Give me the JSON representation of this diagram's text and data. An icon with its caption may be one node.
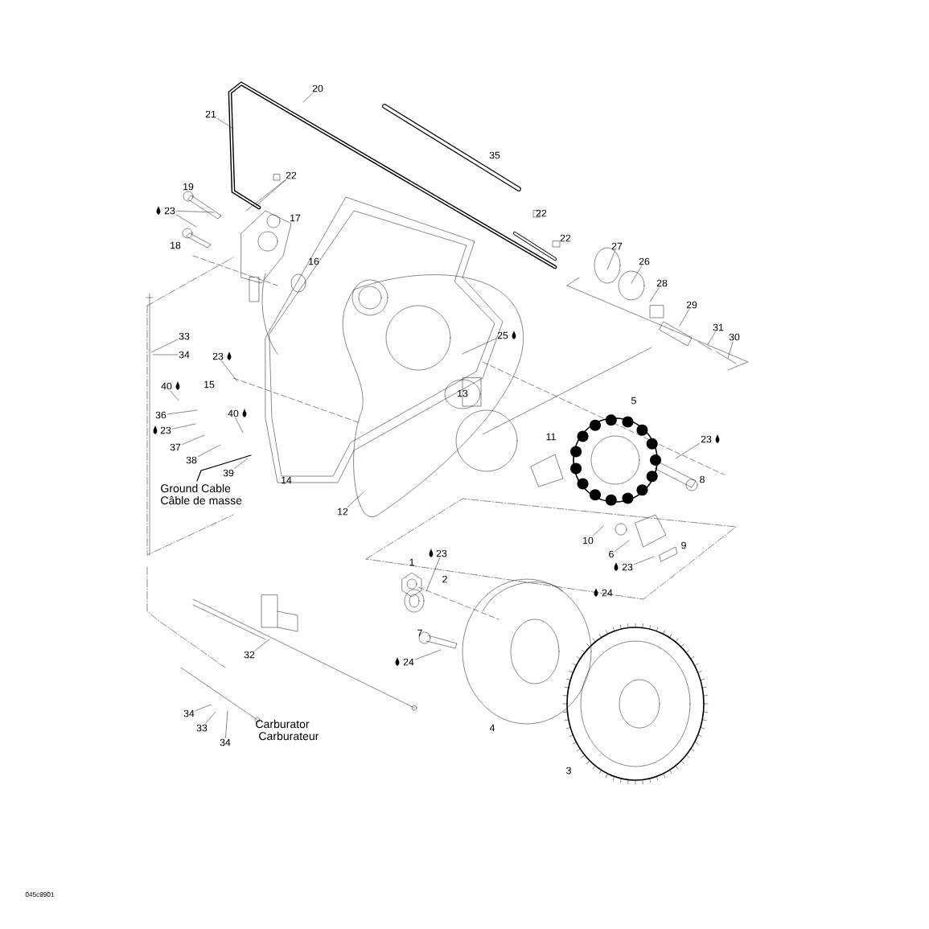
{
  "diagram": {
    "nodes": [
      {
        "text": [
          "20"
        ]
      },
      {
        "text": [
          "21"
        ]
      },
      {
        "text": [
          "22"
        ]
      },
      {
        "text": [
          "23"
        ]
      },
      {
        "text": [
          "33"
        ]
      },
      {
        "text": [
          "34"
        ]
      },
      {
        "text": [
          "23"
        ]
      },
      {
        "text": [
          "40"
        ]
      },
      {
        "text": [
          "36"
        ]
      },
      {
        "text": [
          "23"
        ]
      },
      {
        "text": [
          "37"
        ]
      },
      {
        "text": [
          "38"
        ]
      },
      {
        "text": [
          "40"
        ]
      },
      {
        "text": [
          "39"
        ]
      },
      {
        "text": [
          "12"
        ]
      },
      {
        "text": [
          "25"
        ]
      },
      {
        "text": [
          "27"
        ]
      },
      {
        "text": [
          "26"
        ]
      },
      {
        "text": [
          "28"
        ]
      },
      {
        "text": [
          "29"
        ]
      },
      {
        "text": [
          "31"
        ]
      },
      {
        "text": [
          "30"
        ]
      },
      {
        "text": [
          "23"
        ]
      },
      {
        "text": [
          "10"
        ]
      },
      {
        "text": [
          "6"
        ]
      },
      {
        "text": [
          "23"
        ]
      },
      {
        "text": [
          "23"
        ]
      },
      {
        "text": [
          "24"
        ]
      },
      {
        "text": [
          "32"
        ]
      },
      {
        "text": [
          "34"
        ]
      },
      {
        "text": [
          "33"
        ]
      },
      {
        "text": [
          "34"
        ]
      }
    ],
    "edges": [
      {
        "from": 0,
        "to": null,
        "arrow": "none"
      },
      {
        "from": 1,
        "to": null,
        "arrow": "none"
      },
      {
        "from": 2,
        "to": null,
        "arrow": "none"
      },
      {
        "from": 2,
        "to": null,
        "arrow": "none"
      },
      {
        "from": 3,
        "to": null,
        "arrow": "none"
      },
      {
        "from": 3,
        "to": null,
        "arrow": "none"
      },
      {
        "from": 4,
        "to": null,
        "arrow": "none"
      },
      {
        "from": 5,
        "to": null,
        "arrow": "none"
      },
      {
        "from": 6,
        "to": null,
        "arrow": "none"
      },
      {
        "from": 7,
        "to": null,
        "arrow": "none"
      },
      {
        "from": 8,
        "to": null,
        "arrow": "none"
      },
      {
        "from": 9,
        "to": null,
        "arrow": "none"
      },
      {
        "from": 10,
        "to": null,
        "arrow": "none"
      },
      {
        "from": 11,
        "to": null,
        "arrow": "none"
      },
      {
        "from": 12,
        "to": null,
        "arrow": "none"
      },
      {
        "from": 13,
        "to": null,
        "arrow": "none"
      },
      {
        "from": 14,
        "to": null,
        "arrow": "none"
      },
      {
        "from": 15,
        "to": null,
        "arrow": "none"
      },
      {
        "from": 16,
        "to": null,
        "arrow": "none"
      },
      {
        "from": 17,
        "to": null,
        "arrow": "none"
      },
      {
        "from": 18,
        "to": null,
        "arrow": "none"
      },
      {
        "from": 19,
        "to": null,
        "arrow": "none"
      },
      {
        "from": 20,
        "to": null,
        "arrow": "none"
      },
      {
        "from": 21,
        "to": null,
        "arrow": "none"
      },
      {
        "from": 22,
        "to": null,
        "arrow": "none"
      },
      {
        "from": 23,
        "to": null,
        "arrow": "none"
      },
      {
        "from": 24,
        "to": null,
        "arrow": "none"
      },
      {
        "from": 25,
        "to": null,
        "arrow": "none"
      },
      {
        "from": 26,
        "to": null,
        "arrow": "none"
      },
      {
        "from": 27,
        "to": null,
        "arrow": "none"
      },
      {
        "from": 28,
        "to": null,
        "arrow": "none"
      },
      {
        "from": 29,
        "to": null,
        "arrow": "none"
      },
      {
        "from": 30,
        "to": null,
        "arrow": "none"
      },
      {
        "from": 31,
        "to": null,
        "arrow": "none"
      }
    ],
    "labels": [
      "35",
      "19",
      "17",
      "22",
      "22",
      "18",
      "16",
      "15",
      "13",
      "5",
      "11",
      "8",
      "14",
      "9",
      "1",
      "2",
      "24",
      "7",
      "4",
      "3",
      "Ground Cable",
      "Câble de masse",
      "Carburator",
      "Carburateur",
      "045c9901"
    ]
  }
}
